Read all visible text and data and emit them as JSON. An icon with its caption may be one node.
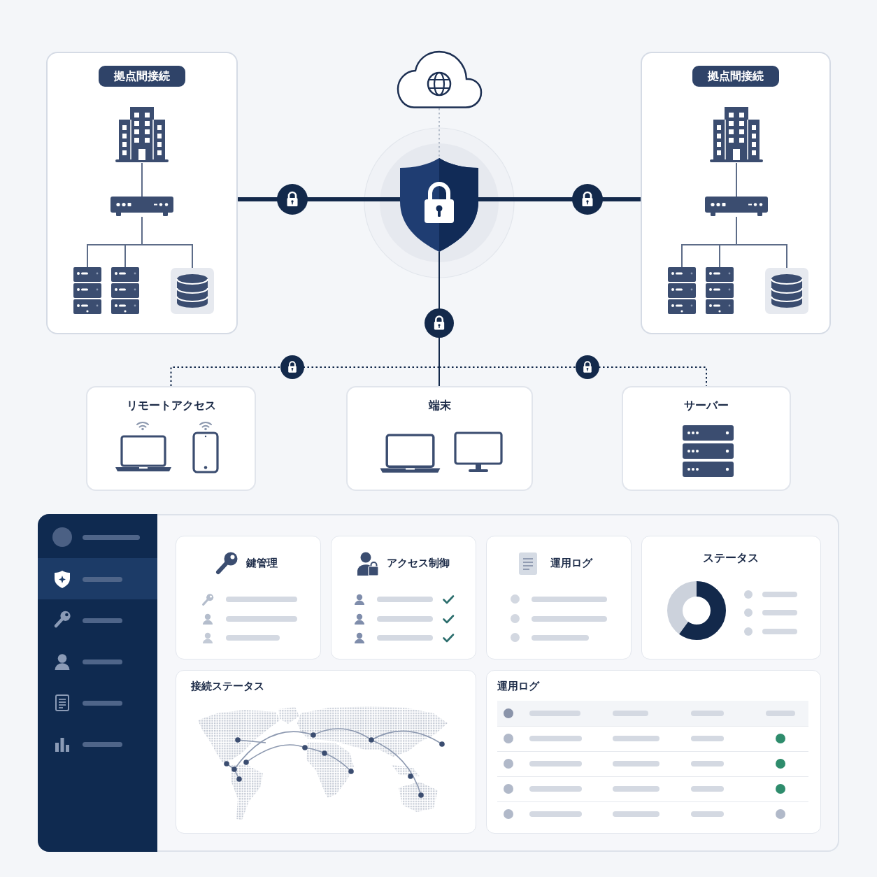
{
  "diagram": {
    "nodes": [
      {
        "text": [
          "拠点間接続"
        ]
      },
      {
        "text": [],
        "shape": "picture",
        "in": 0
      },
      {
        "text": [],
        "shape": "picture",
        "in": 0
      },
      {
        "text": [],
        "shape": "picture",
        "in": 0
      },
      {
        "text": [],
        "shape": "picture",
        "in": 0
      },
      {
        "text": [],
        "shape": "cylinder",
        "in": 0
      },
      {
        "text": [
          "拠点間接続"
        ]
      },
      {
        "text": [],
        "shape": "picture",
        "in": 6
      },
      {
        "text": [],
        "shape": "picture",
        "in": 6
      },
      {
        "text": [],
        "shape": "picture",
        "in": 6
      },
      {
        "text": [],
        "shape": "picture",
        "in": 6
      },
      {
        "text": [],
        "shape": "cylinder",
        "in": 6
      },
      {
        "text": [],
        "shape": "cloud"
      },
      {
        "text": [],
        "shape": "picture"
      },
      {
        "text": [
          "リモートアクセス"
        ]
      },
      {
        "text": [
          "端末"
        ]
      },
      {
        "text": [
          "サーバー"
        ]
      },
      {
        "text": [],
        "shape": "box"
      },
      {
        "text": [
          "鍵管理"
        ],
        "in": 17
      },
      {
        "text": [
          "アクセス制御"
        ],
        "in": 17
      },
      {
        "text": [
          "運用ログ"
        ],
        "in": 17
      },
      {
        "text": [
          "ステータス"
        ],
        "in": 17
      },
      {
        "text": [
          "接続ステータス"
        ],
        "in": 17
      },
      {
        "text": [
          "運用ログ"
        ],
        "in": 17
      }
    ],
    "edges": [
      {
        "from": 1,
        "to": 2,
        "arrow": "none"
      },
      {
        "from": 2,
        "to": 3,
        "arrow": "none"
      },
      {
        "from": 2,
        "to": 4,
        "arrow": "none"
      },
      {
        "from": 2,
        "to": 5,
        "arrow": "none"
      },
      {
        "from": 7,
        "to": 8,
        "arrow": "none"
      },
      {
        "from": 8,
        "to": 9,
        "arrow": "none"
      },
      {
        "from": 8,
        "to": 10,
        "arrow": "none"
      },
      {
        "from": 8,
        "to": 11,
        "arrow": "none"
      },
      {
        "from": 12,
        "to": 13,
        "arrow": "none",
        "style": "dashed",
        "color": "#b3bcc9"
      },
      {
        "from": 0,
        "to": 13,
        "arrow": "none",
        "style": "thick",
        "color": "#13294b"
      },
      {
        "from": 13,
        "to": 6,
        "arrow": "none",
        "style": "thick",
        "color": "#13294b"
      },
      {
        "from": 13,
        "to": 15,
        "arrow": "none",
        "color": "#13294b"
      },
      {
        "from": 13,
        "to": 14,
        "arrow": "none",
        "style": "dashed",
        "color": "#13294b"
      },
      {
        "from": 13,
        "to": 16,
        "arrow": "none",
        "style": "dashed",
        "color": "#13294b"
      }
    ]
  }
}
